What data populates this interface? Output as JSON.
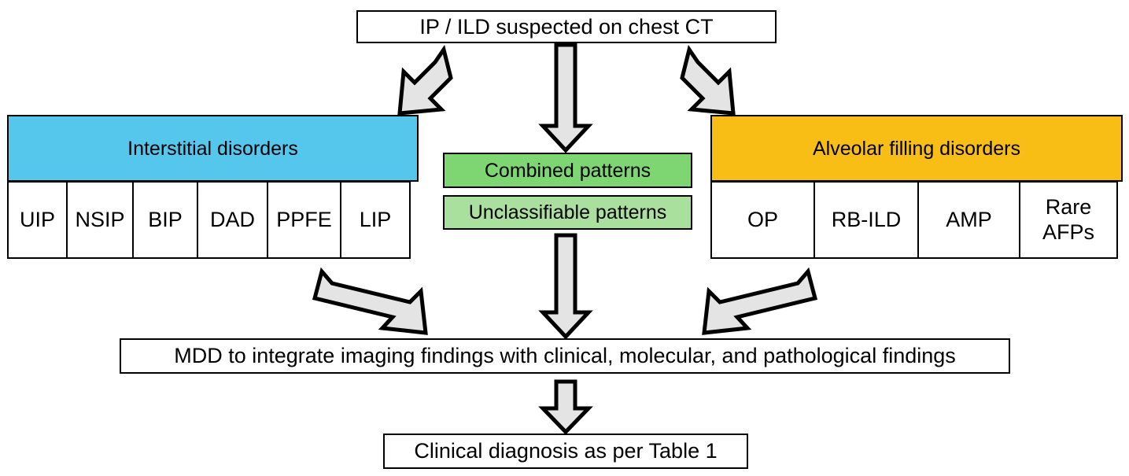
{
  "diagram": {
    "title": "IP / ILD diagnostic workflow flowchart",
    "top_node": {
      "label": "IP / ILD suspected on chest CT"
    },
    "branches": {
      "interstitial": {
        "header": "Interstitial disorders",
        "color": "#55C6EC",
        "items": [
          {
            "label": "UIP"
          },
          {
            "label": "NSIP"
          },
          {
            "label": "BIP"
          },
          {
            "label": "DAD"
          },
          {
            "label": "PPFE"
          },
          {
            "label": "LIP"
          }
        ]
      },
      "center": {
        "boxes": [
          {
            "label": "Combined patterns",
            "color": "#7ED672"
          },
          {
            "label": "Unclassifiable patterns",
            "color": "#A9E09E"
          }
        ]
      },
      "alveolar": {
        "header": "Alveolar filling disorders",
        "color": "#F8BE15",
        "items": [
          {
            "label": "OP"
          },
          {
            "label": "RB-ILD"
          },
          {
            "label": "AMP"
          },
          {
            "label": "Rare\nAFPs"
          }
        ]
      }
    },
    "mdd_node": {
      "label": "MDD to integrate imaging findings with clinical, molecular, and pathological findings"
    },
    "final_node": {
      "label": "Clinical diagnosis as per Table 1"
    },
    "arrows": [
      {
        "name": "top-to-interstitial",
        "direction": "down-left"
      },
      {
        "name": "top-to-center",
        "direction": "down"
      },
      {
        "name": "top-to-alveolar",
        "direction": "down-right"
      },
      {
        "name": "interstitial-to-mdd",
        "direction": "down-right"
      },
      {
        "name": "center-to-mdd",
        "direction": "down"
      },
      {
        "name": "alveolar-to-mdd",
        "direction": "down-left"
      },
      {
        "name": "mdd-to-final",
        "direction": "down"
      }
    ],
    "arrow_fill": "#E4E4E4",
    "arrow_stroke": "#000000"
  }
}
